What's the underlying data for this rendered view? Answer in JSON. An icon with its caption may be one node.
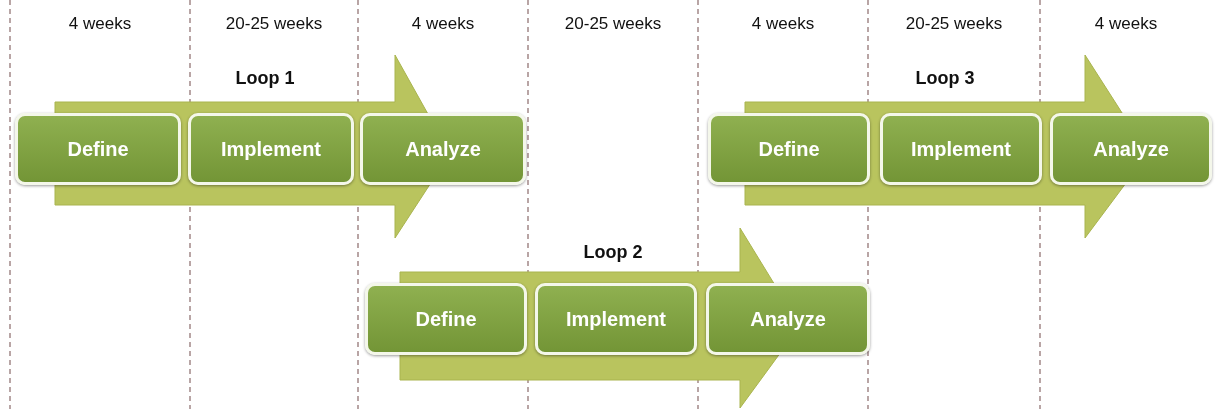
{
  "diagram": {
    "nodes": [
      {
        "text": [
          "Loop 1"
        ]
      },
      {
        "text": [
          "Define"
        ]
      },
      {
        "text": [
          "Implement"
        ],
        "in": 0
      },
      {
        "text": [
          "Analyze"
        ]
      },
      {
        "text": [
          "Loop 2"
        ]
      },
      {
        "text": [
          "Define"
        ]
      },
      {
        "text": [
          "Implement"
        ],
        "in": 4
      },
      {
        "text": [
          "Analyze"
        ]
      },
      {
        "text": [
          "Loop 3"
        ]
      },
      {
        "text": [
          "Define"
        ]
      },
      {
        "text": [
          "Implement"
        ],
        "in": 8
      },
      {
        "text": [
          "Analyze"
        ]
      }
    ],
    "labels": [
      "4 weeks",
      "20-25 weeks",
      "4 weeks",
      "20-25 weeks",
      "4 weeks",
      "20-25 weeks",
      "4 weeks"
    ]
  }
}
